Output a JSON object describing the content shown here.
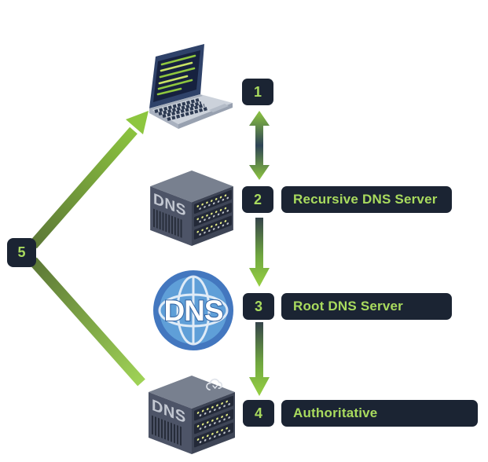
{
  "diagram": {
    "type": "dns-resolution-flow",
    "background": "#ffffff"
  },
  "colors": {
    "badge_background": "#1b2433",
    "label_background": "#1b2433",
    "accent_green": "#a9db5e",
    "arrow_green": "#8dc63f",
    "arrow_dark_middle": "#2e4356",
    "globe_outer_blue": "#4377bf",
    "globe_inner_blue": "#5f9fd8",
    "server_top_face": "#78808f",
    "server_left_face": "#4d5467",
    "server_right_face": "#3e4556",
    "laptop_screen": "#16213f",
    "laptop_base": "#ccd2db"
  },
  "nodes": {
    "client": {
      "step": "1",
      "icon": "laptop-icon"
    },
    "recursive": {
      "step": "2",
      "label": "Recursive DNS Server",
      "icon": "dns-server-icon",
      "icon_text": "DNS"
    },
    "root": {
      "step": "3",
      "label": "Root DNS Server",
      "icon": "dns-globe-icon",
      "icon_text": "DNS"
    },
    "authoritative": {
      "step": "4",
      "label": "Authoritative",
      "icon": "dns-cloud-server-icon",
      "icon_text": "DNS"
    }
  },
  "response": {
    "step": "5"
  },
  "connectors": [
    {
      "from": "client",
      "to": "recursive",
      "style": "double-headed-vertical-arrow"
    },
    {
      "from": "recursive",
      "to": "root",
      "style": "down-arrow"
    },
    {
      "from": "root",
      "to": "authoritative",
      "style": "down-arrow"
    },
    {
      "from": "authoritative",
      "to": "response-badge",
      "style": "diagonal-line"
    },
    {
      "from": "response-badge",
      "to": "client",
      "style": "diagonal-arrow"
    }
  ]
}
